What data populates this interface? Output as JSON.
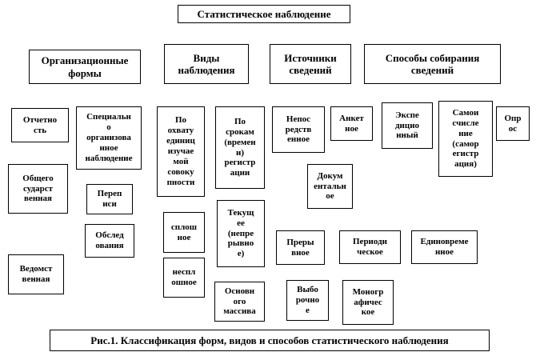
{
  "diagram": {
    "root": {
      "label": "Статистическое наблюдение"
    },
    "categories": {
      "org_forms": {
        "label": "Организационные\nформы"
      },
      "vidy": {
        "label": "Виды\nнаблюдения"
      },
      "istochniki": {
        "label": "Источники\nсведений"
      },
      "sposoby": {
        "label": "Способы собирания\nсведений"
      }
    },
    "nodes": {
      "otchetnost": {
        "label": "Отчетно\nсть"
      },
      "spets_nablyudenie": {
        "label": "Специальн\nо\nорганизова\nнное\nнаблюдение"
      },
      "po_ohvatu": {
        "label": "По\nохвату\nединиц\nизучае\nмой\nсовоку\nпности"
      },
      "po_srokam": {
        "label": "По\nсрокам\n(времен\nи)\nрегистр\nации"
      },
      "neposredstvennoe": {
        "label": "Непос\nредств\nенное"
      },
      "anketnoe": {
        "label": "Анкет\nное"
      },
      "ekspeditsionnyi": {
        "label": "Экспе\nдицио\nнный"
      },
      "samoischislenie": {
        "label": "Самои\nсчисле\nние\n(самор\nегистр\nация)"
      },
      "opros": {
        "label": "Опр\nос"
      },
      "obshchegosudarstvennaya": {
        "label": "Общего\nсударст\nвенная"
      },
      "perepisi": {
        "label": "Переп\nиси"
      },
      "dokumentalnoe": {
        "label": "Докум\nентальн\nое"
      },
      "sploshnoe": {
        "label": "сплош\nное"
      },
      "tekushchee": {
        "label": "Текущ\nее\n(непре\nрывно\nе)"
      },
      "obsledovaniya": {
        "label": "Обслед\nования"
      },
      "preryvnoe": {
        "label": "Преры\nвное"
      },
      "periodicheskoe": {
        "label": "Периоди\nческое"
      },
      "edinovremennoe": {
        "label": "Единовреме\nнное"
      },
      "vedomstvennaya": {
        "label": "Ведомст\nвенная"
      },
      "nesploshnoe": {
        "label": "неспл\nошное"
      },
      "osnovnogo_massiva": {
        "label": "Основн\nого\nмассива"
      },
      "vyborochnoe": {
        "label": "Выбо\nрочно\nе"
      },
      "monograficheskoe": {
        "label": "Моногр\nафичес\nкое"
      }
    },
    "caption": "Рис.1. Классификация форм, видов и способов статистического наблюдения"
  }
}
